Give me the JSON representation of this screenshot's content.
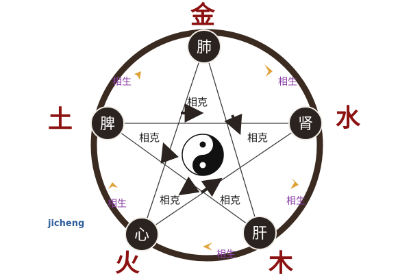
{
  "elements": {
    "metal": "金",
    "water": "水",
    "wood": "木",
    "fire": "火",
    "earth": "土"
  },
  "organs": {
    "lung": "肺",
    "kidney": "肾",
    "liver": "肝",
    "heart": "心",
    "spleen": "脾"
  },
  "relations": {
    "ke": "相克",
    "sheng": "相生"
  },
  "watermark": "jicheng",
  "colors": {
    "ring": "#3b2a20",
    "node": "#2b2320",
    "element_text": "#8c1111",
    "sheng_text": "#8a3fa6",
    "sheng_arrow": "#e0a23a"
  }
}
